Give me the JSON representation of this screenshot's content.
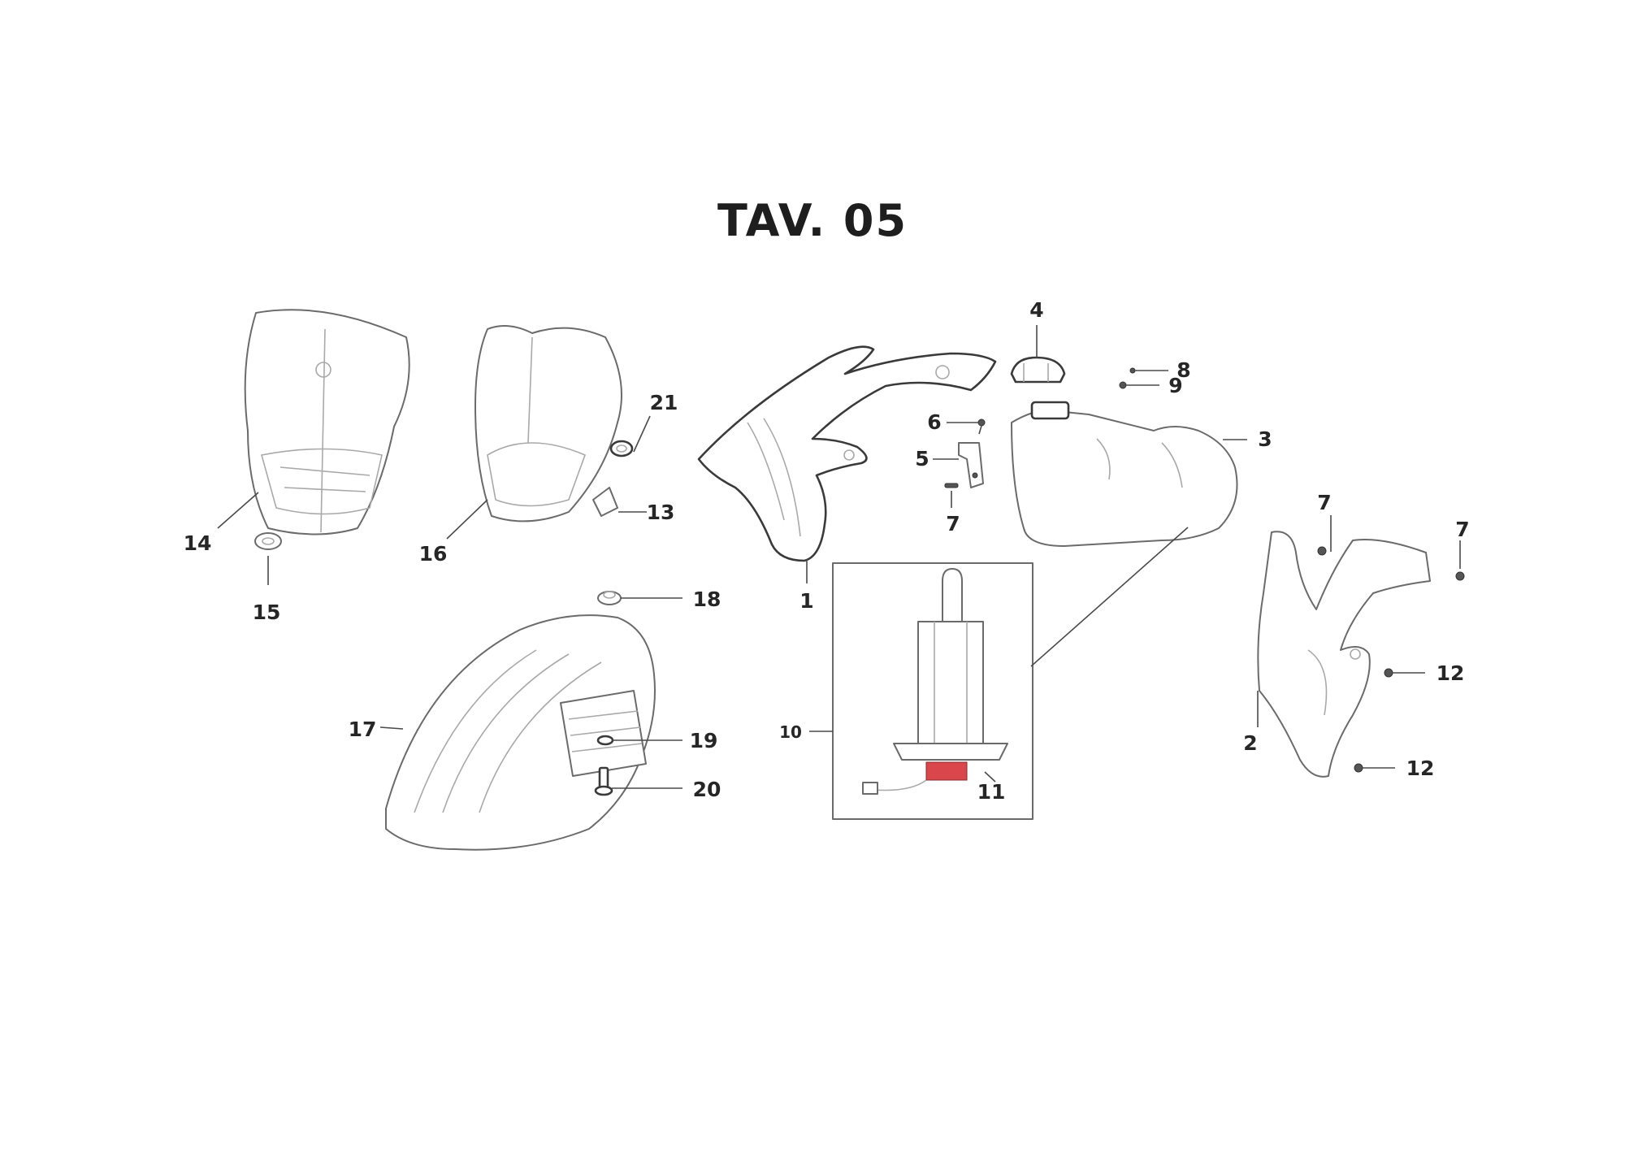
{
  "title": "TAV. 05",
  "callouts": [
    "1",
    "2",
    "3",
    "4",
    "5",
    "6",
    "7",
    "7",
    "7",
    "8",
    "9",
    "10",
    "11",
    "12",
    "12",
    "13",
    "14",
    "15",
    "16",
    "17",
    "18",
    "19",
    "20",
    "21"
  ],
  "colors": {
    "outline": "#6b6b6b",
    "highlight_part_11": "#d9464c",
    "label": "#262626"
  }
}
